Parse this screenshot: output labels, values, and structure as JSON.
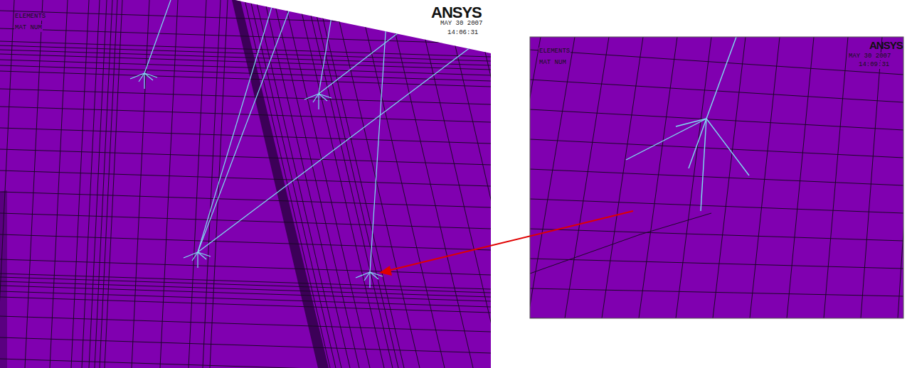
{
  "diagram": {
    "labels": [
      "ELEMENTS",
      "MAT NUM",
      "ANSYS",
      "MAY 30 2007",
      "14:06:31",
      "ELEMENTS",
      "MAT NUM",
      "ANSYS",
      "MAY 30 2007",
      "14:09:31"
    ]
  }
}
